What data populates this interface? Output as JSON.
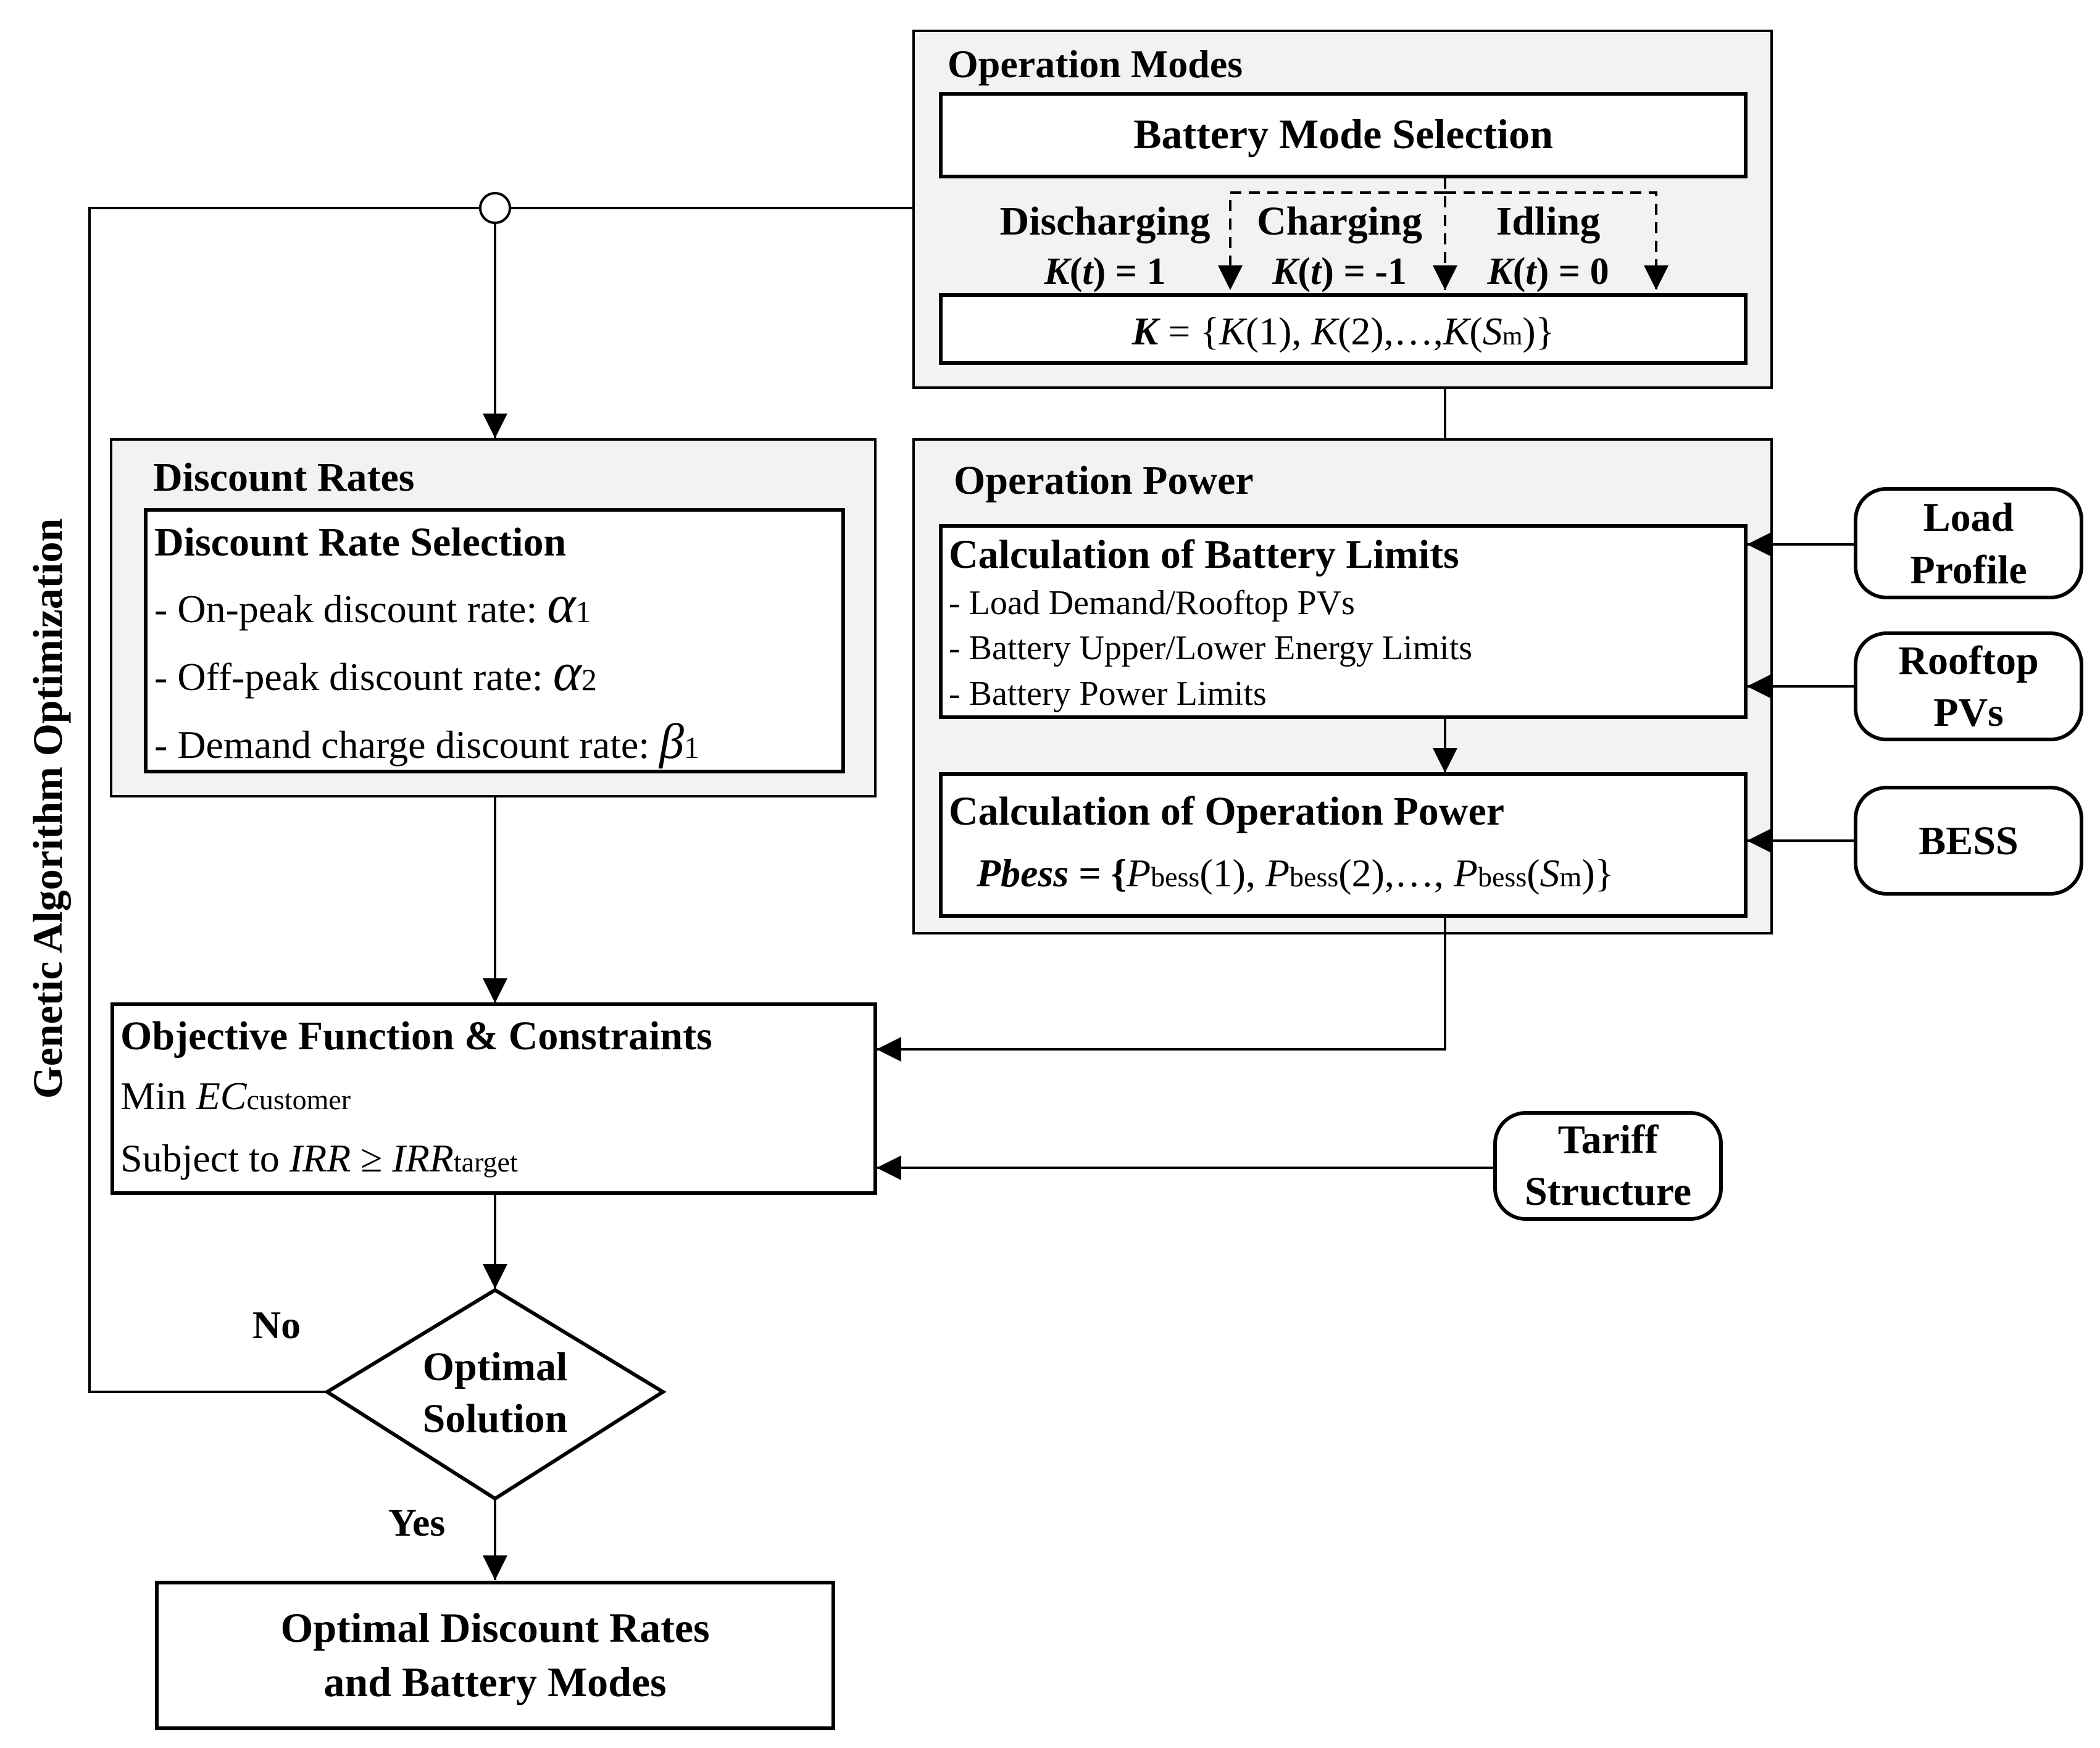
{
  "side_label": "Genetic Algorithm Optimization",
  "operation_modes": {
    "title": "Operation Modes",
    "selection_title": "Battery Mode Selection",
    "modes": [
      {
        "name": "Discharging",
        "k": "1"
      },
      {
        "name": "Charging",
        "k": "-1"
      },
      {
        "name": "Idling",
        "k": "0"
      }
    ],
    "vector": {
      "lhs": "K",
      "eq": " = {",
      "k1": "K",
      "a1": "(1), ",
      "k2": "K",
      "a2": "(2),…,",
      "k3": "K",
      "a3": "(",
      "s": "S",
      "sub": "m",
      "close": ")}"
    }
  },
  "mode_k": {
    "k": "K",
    "open": "(",
    "t": "t",
    "close": ") = "
  },
  "discount_rates": {
    "title": "Discount Rates",
    "selection_title": "Discount Rate Selection",
    "items": [
      {
        "text": "- On-peak discount rate: ",
        "symbol": "α",
        "sub": "1"
      },
      {
        "text": "- Off-peak discount rate: ",
        "symbol": "α",
        "sub": "2"
      },
      {
        "text": "- Demand charge discount rate: ",
        "symbol": "β",
        "sub": "1"
      }
    ]
  },
  "operation_power": {
    "title": "Operation Power",
    "limits_title": "Calculation of Battery Limits",
    "limits_items": [
      "- Load Demand/Rooftop PVs",
      "- Battery Upper/Lower Energy Limits",
      "- Battery Power Limits"
    ],
    "power_title": "Calculation of Operation Power",
    "pbess": {
      "lhs": "Pbess",
      "eq": " = {",
      "p": "P",
      "sub": "bess",
      "a1": "(1), ",
      "a2": "(2),…, ",
      "a3": "(",
      "s": "S",
      "ssub": "m",
      "close": ")}"
    }
  },
  "inputs": {
    "load_profile": [
      "Load",
      "Profile"
    ],
    "rooftop_pvs": [
      "Rooftop",
      "PVs"
    ],
    "bess": "BESS",
    "tariff": [
      "Tariff",
      "Structure"
    ]
  },
  "objective": {
    "title": "Objective Function & Constraints",
    "min_prefix": "Min ",
    "min_var": "EC",
    "min_sub": "customer",
    "subject_prefix": "Subject to ",
    "irr": "IRR",
    "geq": " ≥ ",
    "irr2": "IRR",
    "irr_sub": "target"
  },
  "decision": {
    "label": [
      "Optimal",
      "Solution"
    ],
    "no": "No",
    "yes": "Yes"
  },
  "result": [
    "Optimal Discount Rates",
    "and Battery Modes"
  ]
}
